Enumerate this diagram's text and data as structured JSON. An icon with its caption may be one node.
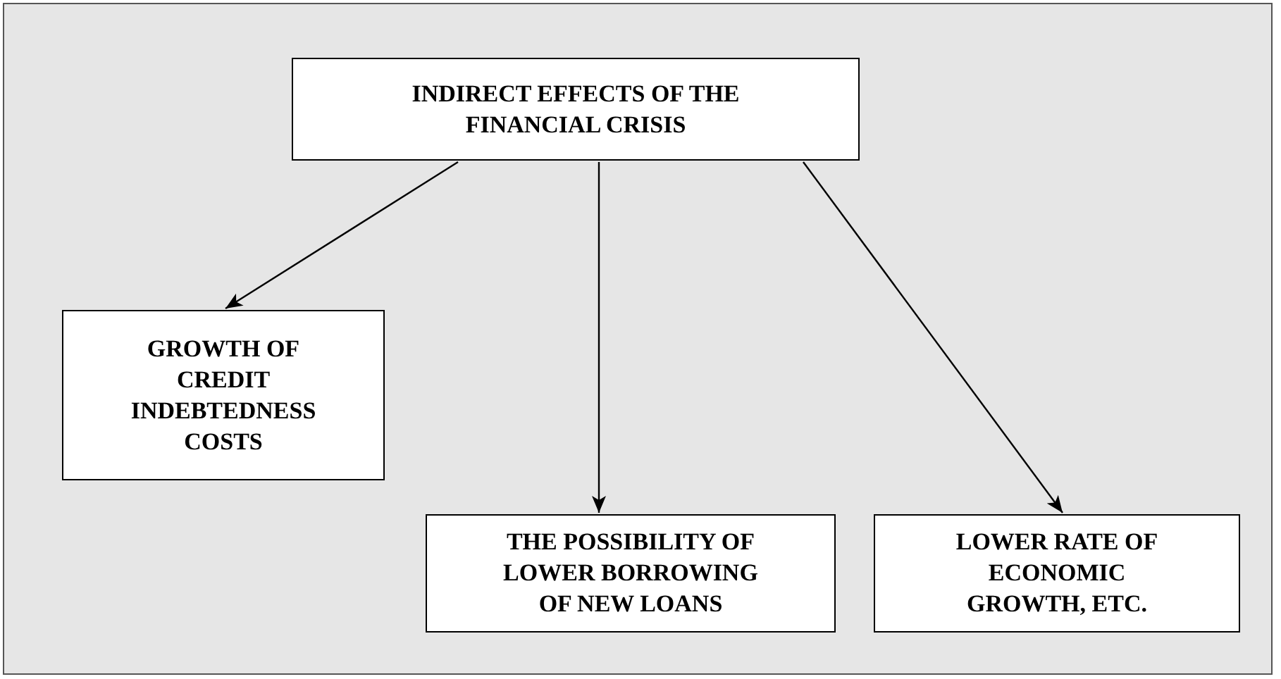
{
  "diagram": {
    "nodes": [
      {
        "text": [
          "INDIRECT EFFECTS OF THE FINANCIAL CRISIS"
        ]
      },
      {
        "text": [
          "GROWTH OF CREDIT INDEBTEDNESS COSTS"
        ]
      },
      {
        "text": [
          "THE POSSIBILITY OF LOWER BORROWING OF NEW LOANS"
        ]
      },
      {
        "text": [
          "LOWER RATE OF ECONOMIC GROWTH, ETC."
        ]
      }
    ],
    "edges": [
      {
        "from": 0,
        "to": 1,
        "arrow": "to"
      },
      {
        "from": 0,
        "to": 2,
        "arrow": "to"
      },
      {
        "from": 0,
        "to": 3,
        "arrow": "to"
      }
    ]
  }
}
